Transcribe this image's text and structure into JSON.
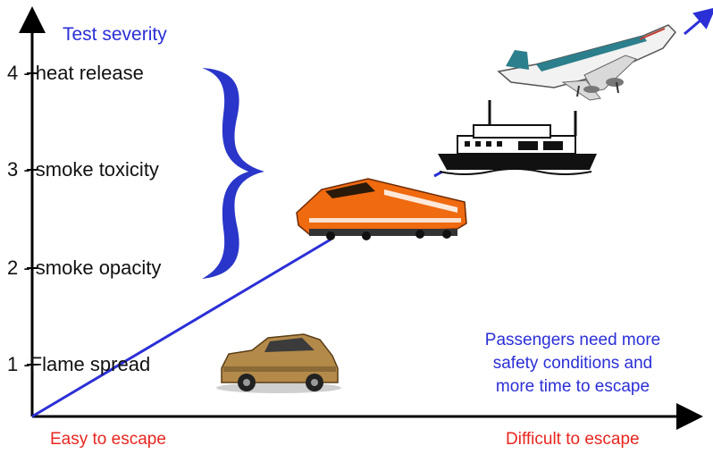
{
  "title": "Test severity",
  "levels": [
    {
      "label": "4 - heat release"
    },
    {
      "label": "3 - smoke toxicity"
    },
    {
      "label": "2 - smoke opacity"
    },
    {
      "label": "1 -Flame spread"
    }
  ],
  "note_lines": [
    "Passengers need more",
    "safety conditions and",
    "more time to escape"
  ],
  "x_axis": {
    "left_label": "Easy to escape",
    "right_label": "Difficult to escape"
  },
  "vehicles": [
    "car-icon",
    "train-icon",
    "ship-icon",
    "airplane-icon"
  ],
  "colors": {
    "line": "#2b2fd6",
    "bracket": "#2a36c9",
    "axis_text": "#e8261f",
    "title": "#2b2fd6"
  }
}
